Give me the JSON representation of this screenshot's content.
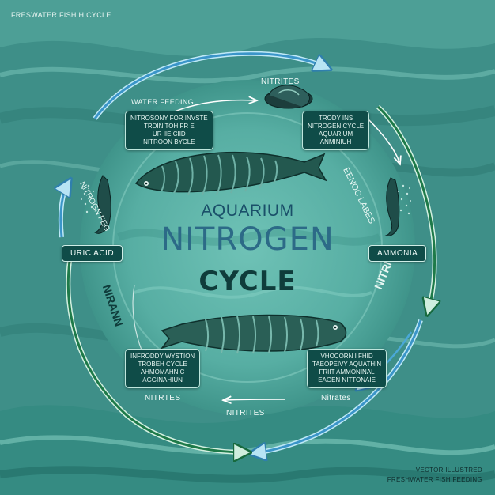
{
  "header": {
    "title": "FRESWATER FISH H CYCLE"
  },
  "center": {
    "line1": "AQUARIUM",
    "line2": "NITROGEN",
    "line3": "CYCLE"
  },
  "labels": {
    "nitrites_top": "NITRITES",
    "water_feeding": "WATER FEEDING",
    "uric_acid": "URIC ACID",
    "ammonia": "AMMONIA",
    "nitrtes_bottom_left": "NITRTES",
    "nitrites_bottom": "NITRITES",
    "nitrates": "Nitrates",
    "left_arc_text": "NITROGN FEG",
    "right_arc_text": "EENOC LABES",
    "left_lower_text": "NIRANN",
    "right_lower_text": "NITRNIA"
  },
  "boxes": {
    "top_left": [
      "NITROSONY FOR INVSTE",
      "TRDIN TOHIFR E",
      "UR IIE CIID",
      "NITROON BYCLE"
    ],
    "top_right": [
      "TRODY INS",
      "NITROGEN CYCLE",
      "AQUARIUM",
      "ANMINIUH"
    ],
    "bottom_left": [
      "INFRODDY WYSTION",
      "TROBEH CYCLE",
      "AHMOMAHNIC",
      "AGGINAHIUN"
    ],
    "bottom_right": [
      "VHOCORN I FHID",
      "TAEOPEIVY AQUATHIN",
      "FRIIT AMMONINAL",
      "EAGEN NITTONAIE"
    ]
  },
  "footer": {
    "line1": "VECTOR ILLUSTRED",
    "line2": "FRESHWATER FISH FEEDING"
  },
  "colors": {
    "background": "#3e8f88",
    "box": "#0f4c48",
    "arrow_blue": "#4aa8d8",
    "arrow_green": "#1f7a4a",
    "title": "#2c6a87"
  }
}
